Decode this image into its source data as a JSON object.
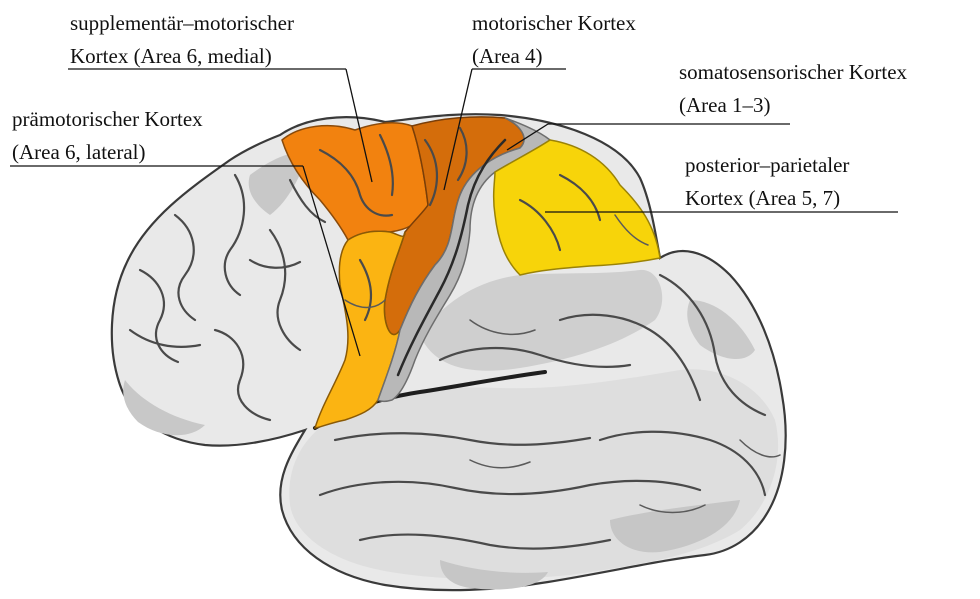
{
  "colors": {
    "supplementary_motor": "#f2820f",
    "premotor": "#fbb412",
    "motor": "#d46d0b",
    "somatosensory": "#b8b8b8",
    "posterior_parietal": "#f7d40a",
    "cortex_light": "#e9e9e9",
    "cortex_shadow": "#c4c4c4",
    "sulcus": "#4a4a4a"
  },
  "labels": {
    "supplementary_motor": {
      "line1": "supplementär–motorischer",
      "line2": "Kortex (Area 6, medial)"
    },
    "motor": {
      "line1": "motorischer Kortex",
      "line2": "(Area 4)"
    },
    "somatosensory": {
      "line1": "somatosensorischer Kortex",
      "line2": "(Area 1–3)"
    },
    "premotor": {
      "line1": "prämotorischer Kortex",
      "line2": "(Area 6, lateral)"
    },
    "posterior_parietal": {
      "line1": "posterior–parietaler",
      "line2": "Kortex (Area 5, 7)"
    }
  }
}
